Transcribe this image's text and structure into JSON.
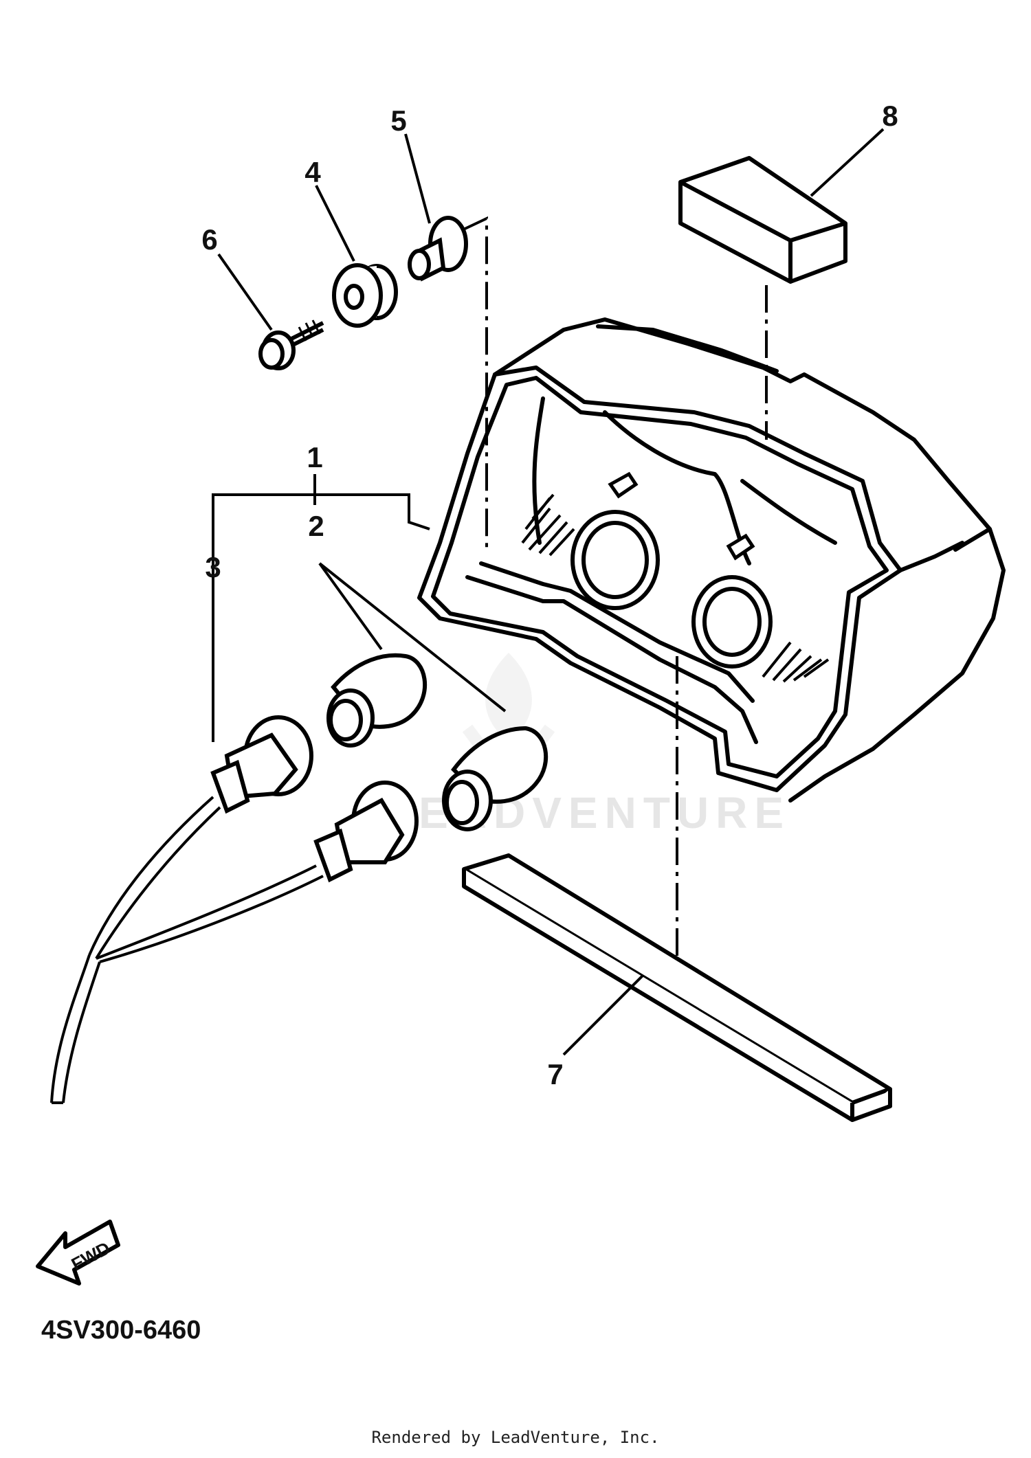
{
  "callouts": {
    "c1": "1",
    "c2": "2",
    "c3": "3",
    "c4": "4",
    "c5": "5",
    "c6": "6",
    "c7": "7",
    "c8": "8"
  },
  "direction_badge": "FWD",
  "part_code": "4SV300-6460",
  "watermark": "LEADVENTURE",
  "footer": "Rendered by LeadVenture, Inc.",
  "icons": {
    "direction_arrow": "fwd-arrow-icon",
    "watermark_logo": "flame-v-logo-icon"
  }
}
